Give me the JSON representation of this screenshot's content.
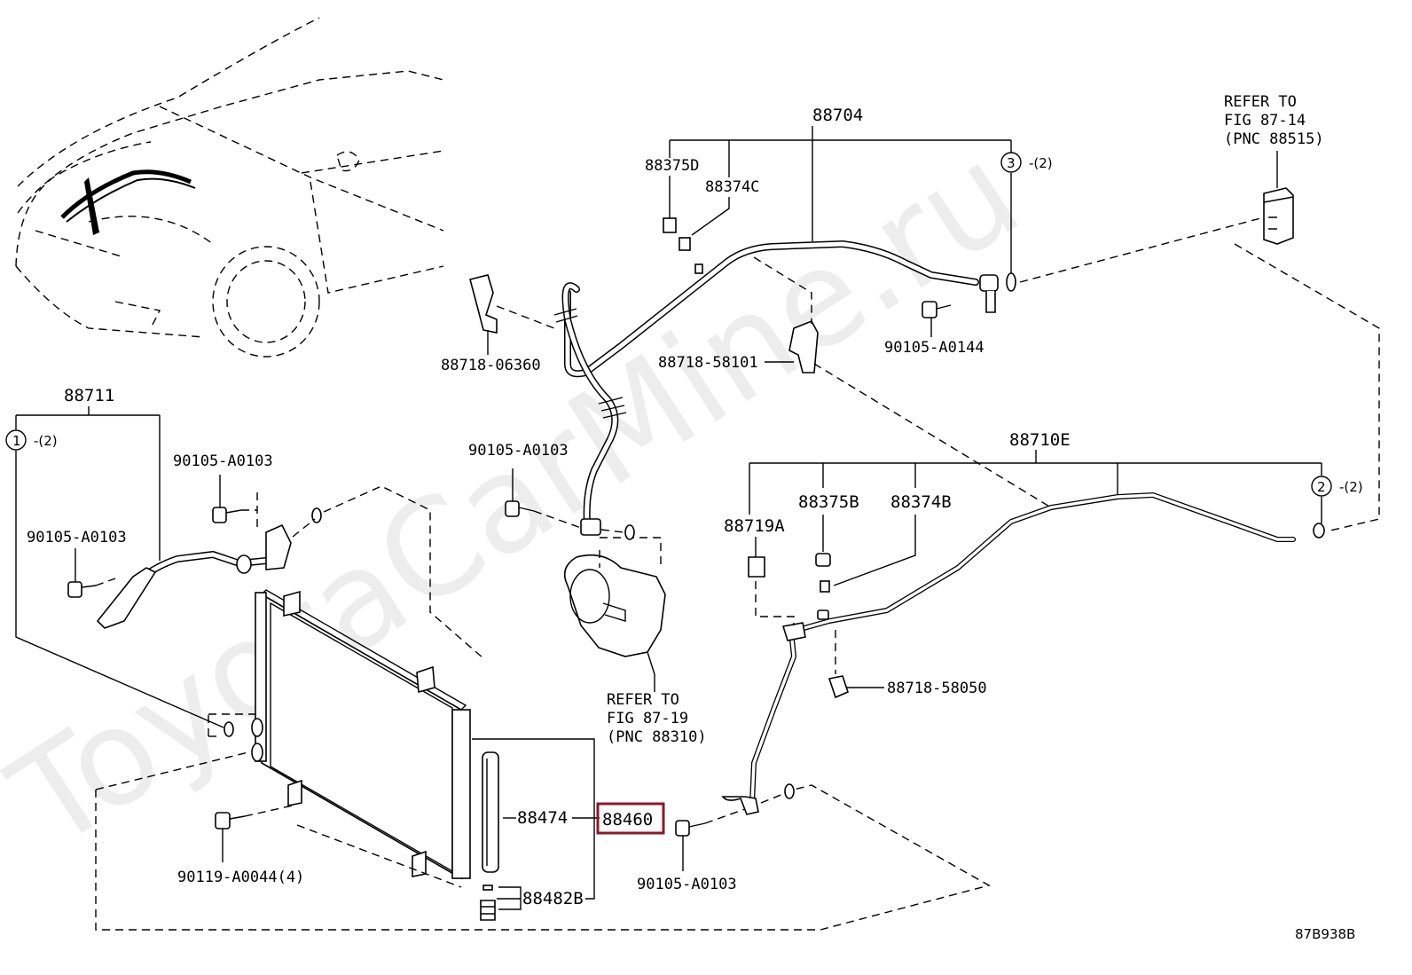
{
  "diagram": {
    "watermark": "ToyotaCarMine.ru",
    "figure_code": "87B938B",
    "refs": {
      "top_right": [
        "REFER TO",
        "FIG 87-14",
        "(PNC 88515)"
      ],
      "compressor": [
        "REFER TO",
        "FIG 87-19",
        "(PNC 88310)"
      ]
    },
    "labels": {
      "p88704": "88704",
      "p88375D": "88375D",
      "p88374C": "88374C",
      "p88718_06360": "88718-06360",
      "p88718_58101": "88718-58101",
      "p90105_A0144": "90105-A0144",
      "p88711": "88711",
      "p90105_A0103_a": "90105-A0103",
      "p90105_A0103_b": "90105-A0103",
      "p90105_A0103_c": "90105-A0103",
      "p90105_A0103_d": "90105-A0103",
      "p88710E": "88710E",
      "p88719A": "88719A",
      "p88375B": "88375B",
      "p88374B": "88374B",
      "p88718_58050": "88718-58050",
      "p88474": "88474",
      "p88460": "88460",
      "p88482B": "88482B",
      "p90119_A0044": "90119-A0044(4)"
    },
    "callouts": {
      "c1_num": "1",
      "c1_qty": "-(2)",
      "c2_num": "2",
      "c2_qty": "-(2)",
      "c3_num": "3",
      "c3_qty": "-(2)"
    },
    "highlight_color": "#8b1a2b"
  }
}
